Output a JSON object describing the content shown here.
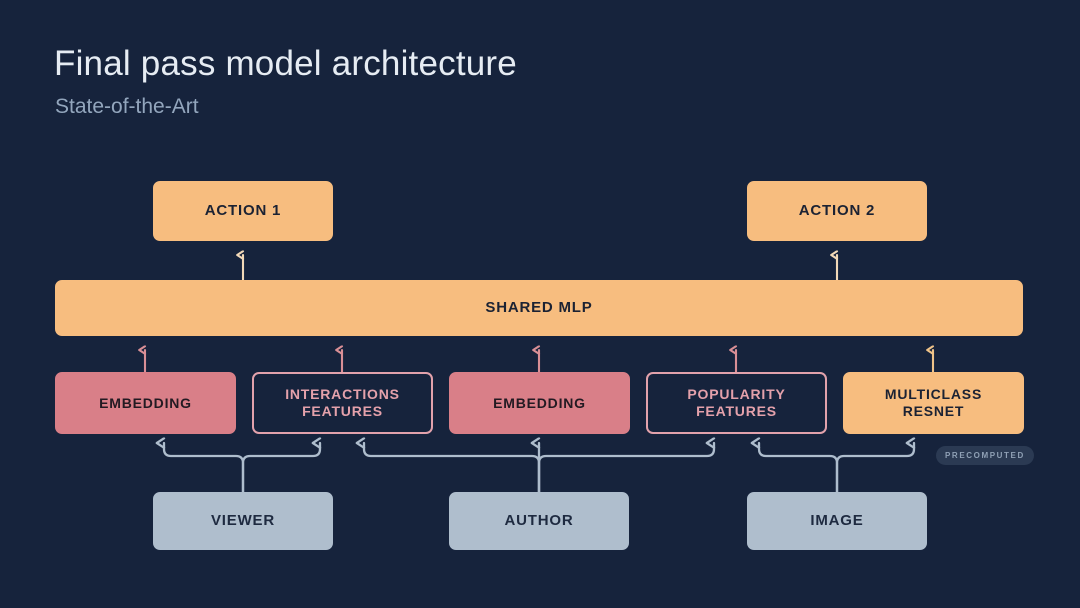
{
  "slide": {
    "title": "Final pass model architecture",
    "subtitle": "State-of-the-Art",
    "background_color": "#16233c"
  },
  "colors": {
    "background": "#16233c",
    "orange": "#f7bd7f",
    "salmon": "#d97f88",
    "salmon_outline": "#e2a2ac",
    "grey": "#afbecd",
    "title_text": "#e6ecf3",
    "subtitle_text": "#93a6bd",
    "badge_bg": "#2b3a53",
    "badge_text": "#8fa0b5",
    "wire_grey": "#aebdcd"
  },
  "nodes": {
    "outputs": [
      {
        "id": "action-1",
        "label": "ACTION 1",
        "style": "orange"
      },
      {
        "id": "action-2",
        "label": "ACTION 2",
        "style": "orange"
      }
    ],
    "shared": {
      "id": "shared-mlp",
      "label": "SHARED MLP",
      "style": "orange"
    },
    "features": [
      {
        "id": "embedding-viewer",
        "label": "EMBEDDING",
        "style": "salmon"
      },
      {
        "id": "interactions-features",
        "label": "INTERACTIONS FEATURES",
        "line1": "INTERACTIONS",
        "line2": "FEATURES",
        "style": "salmon-outline"
      },
      {
        "id": "embedding-author",
        "label": "EMBEDDING",
        "style": "salmon"
      },
      {
        "id": "popularity-features",
        "label": "POPULARITY FEATURES",
        "line1": "POPULARITY",
        "line2": "FEATURES",
        "style": "salmon-outline"
      },
      {
        "id": "multiclass-resnet",
        "label": "MULTICLASS RESNET",
        "line1": "MULTICLASS",
        "line2": "RESNET",
        "style": "orange"
      }
    ],
    "entities": [
      {
        "id": "viewer",
        "label": "VIEWER",
        "style": "grey"
      },
      {
        "id": "author",
        "label": "AUTHOR",
        "style": "grey"
      },
      {
        "id": "image",
        "label": "IMAGE",
        "style": "grey"
      }
    ]
  },
  "badges": {
    "precomputed": "PRECOMPUTED"
  },
  "chart_data": {
    "type": "diagram",
    "title": "Final pass model architecture",
    "subtitle": "State-of-the-Art",
    "layers": [
      {
        "name": "outputs",
        "nodes": [
          "ACTION 1",
          "ACTION 2"
        ]
      },
      {
        "name": "shared",
        "nodes": [
          "SHARED MLP"
        ]
      },
      {
        "name": "features",
        "nodes": [
          "EMBEDDING",
          "INTERACTIONS FEATURES",
          "EMBEDDING",
          "POPULARITY FEATURES",
          "MULTICLASS RESNET"
        ]
      },
      {
        "name": "entities",
        "nodes": [
          "VIEWER",
          "AUTHOR",
          "IMAGE"
        ]
      }
    ],
    "edges": [
      {
        "from": "SHARED MLP",
        "to": "ACTION 1"
      },
      {
        "from": "SHARED MLP",
        "to": "ACTION 2"
      },
      {
        "from": "EMBEDDING (viewer)",
        "to": "SHARED MLP"
      },
      {
        "from": "INTERACTIONS FEATURES",
        "to": "SHARED MLP"
      },
      {
        "from": "EMBEDDING (author)",
        "to": "SHARED MLP"
      },
      {
        "from": "POPULARITY FEATURES",
        "to": "SHARED MLP"
      },
      {
        "from": "MULTICLASS RESNET",
        "to": "SHARED MLP"
      },
      {
        "from": "VIEWER",
        "to": "EMBEDDING (viewer)"
      },
      {
        "from": "VIEWER",
        "to": "INTERACTIONS FEATURES"
      },
      {
        "from": "AUTHOR",
        "to": "INTERACTIONS FEATURES"
      },
      {
        "from": "AUTHOR",
        "to": "EMBEDDING (author)"
      },
      {
        "from": "AUTHOR",
        "to": "POPULARITY FEATURES"
      },
      {
        "from": "IMAGE",
        "to": "POPULARITY FEATURES"
      },
      {
        "from": "IMAGE",
        "to": "MULTICLASS RESNET"
      }
    ],
    "annotations": [
      {
        "text": "PRECOMPUTED",
        "attached_to": "MULTICLASS RESNET"
      }
    ]
  }
}
